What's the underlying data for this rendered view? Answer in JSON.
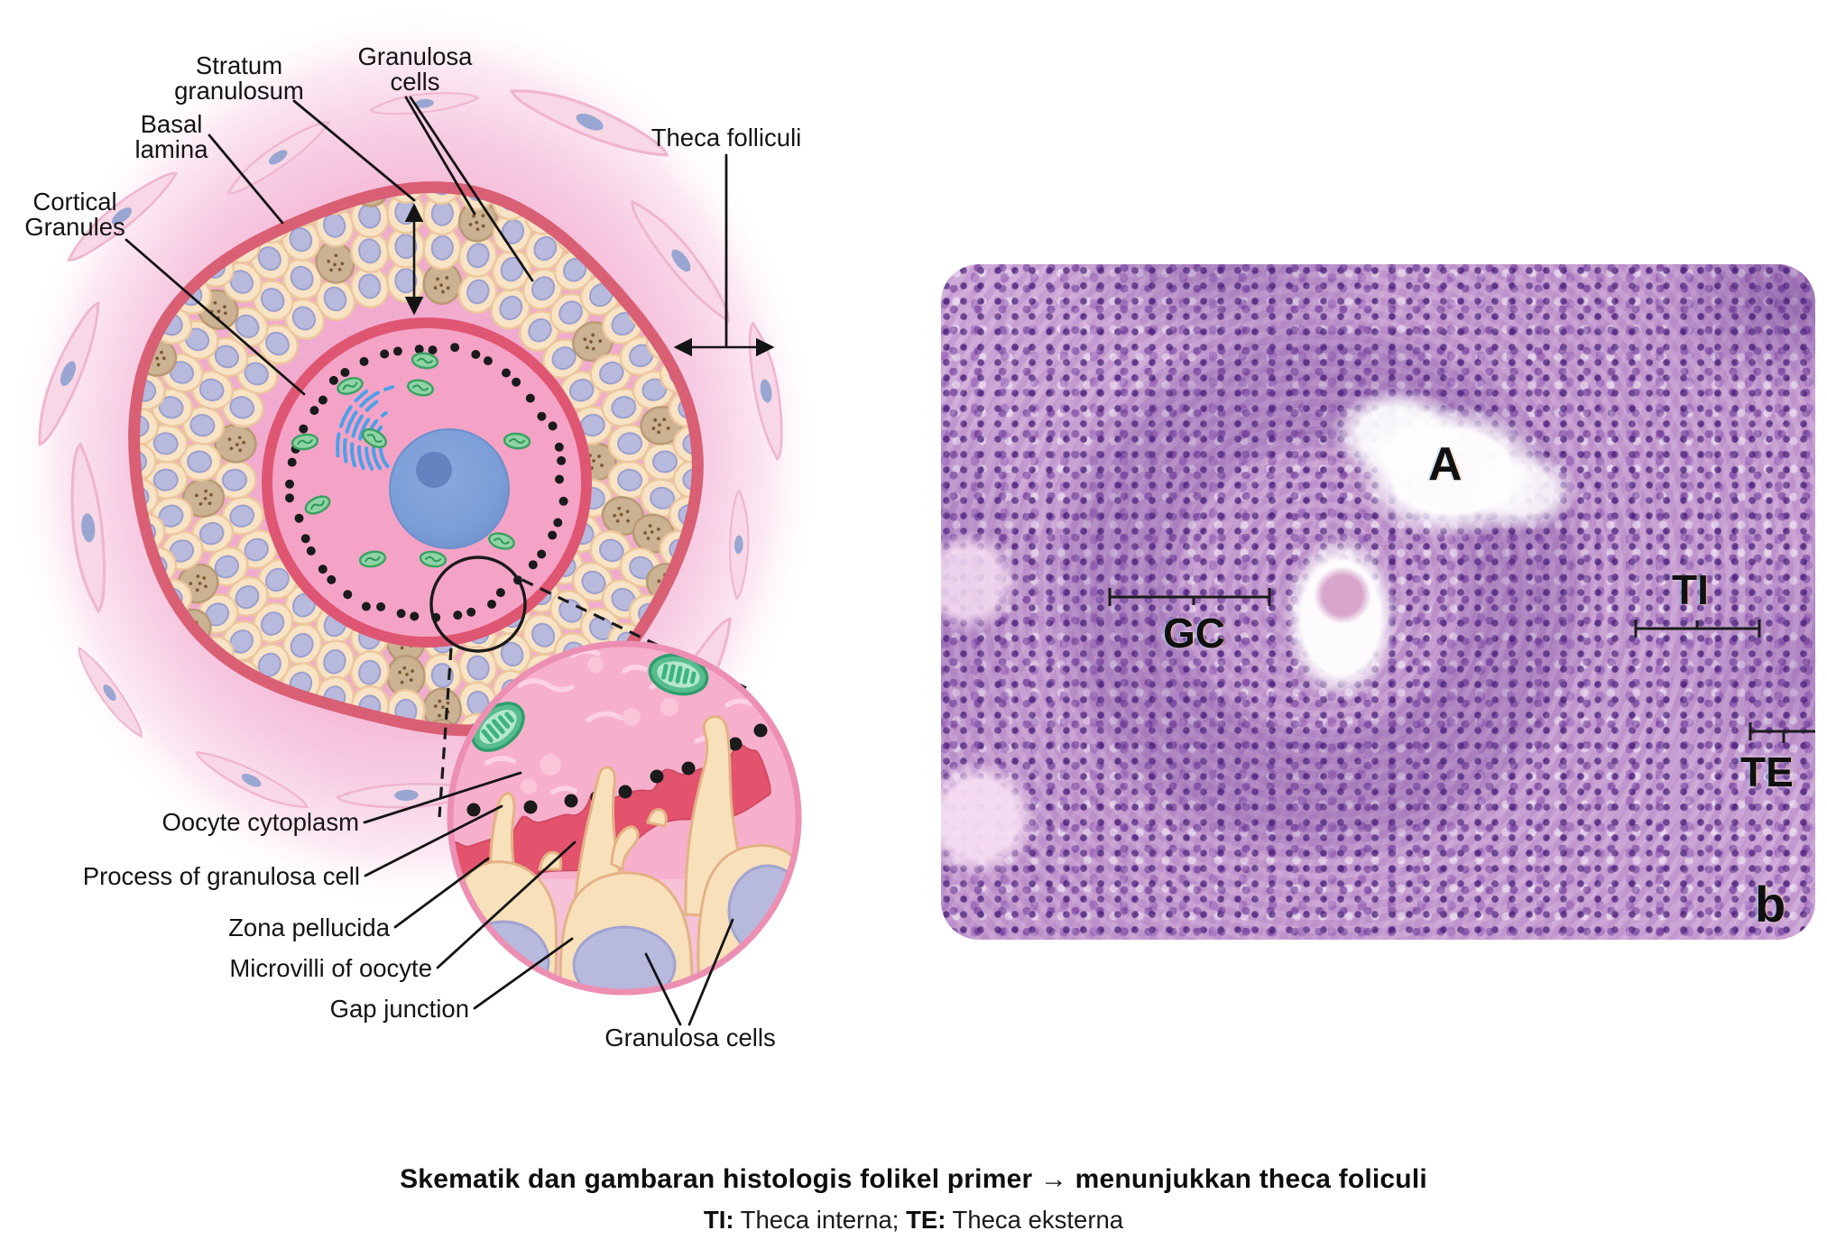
{
  "figure": {
    "schematic_labels": {
      "stratum_granulosum": {
        "line1": "Stratum",
        "line2": "granulosum"
      },
      "granulosa_cells_top": {
        "line1": "Granulosa",
        "line2": "cells"
      },
      "basal_lamina": {
        "line1": "Basal",
        "line2": "lamina"
      },
      "cortical_granules": {
        "line1": "Cortical",
        "line2": "Granules"
      },
      "theca_folliculi": "Theca folliculi",
      "oocyte_cytoplasm": "Oocyte cytoplasm",
      "process_of_granulosa_cell": "Process of granulosa cell",
      "zona_pellucida": "Zona pellucida",
      "microvilli_of_oocyte": "Microvilli of oocyte",
      "gap_junction": "Gap junction",
      "granulosa_cells_bottom": "Granulosa cells"
    },
    "histology_labels": {
      "artifact": "A",
      "granulosa_cells": "GC",
      "theca_interna": "TI",
      "theca_externa": "TE",
      "panel_letter": "b"
    },
    "caption": {
      "title": "Skematik dan gambaran histologis folikel primer → menunjukkan theca foliculi",
      "legend": [
        {
          "abbr": "TI:",
          "text": " Theca interna; "
        },
        {
          "abbr": "TE:",
          "text": " Theca eksterna"
        }
      ]
    },
    "colors": {
      "glow_pink": "#f5b7d6",
      "basal_lamina_red": "#d95f75",
      "granulosa_bed_pink": "#f1abce",
      "cell": "#f8e3c4",
      "cell_outline": "#ecc79e",
      "nucleus_lavender": "#b7b9dd",
      "tan_cell": "#cbb292",
      "oocyte_pink": "#f4a3c6",
      "oocyte_ring_red": "#df5672",
      "cortical_dot": "#1b1b1b",
      "nucleus_blue": "#7c9ed7",
      "nucleolus_blue": "#6283c0",
      "mito_green": "#8fd3a5",
      "golgi_blue": "#4aa0e8",
      "inset_border_pink": "#ec8fb3",
      "zona_band_red": "#e4536e",
      "histology_base_purple": "#c9a0d2",
      "histology_nucleus_purple": "#5a3f9a",
      "label_color": "#141414"
    }
  }
}
